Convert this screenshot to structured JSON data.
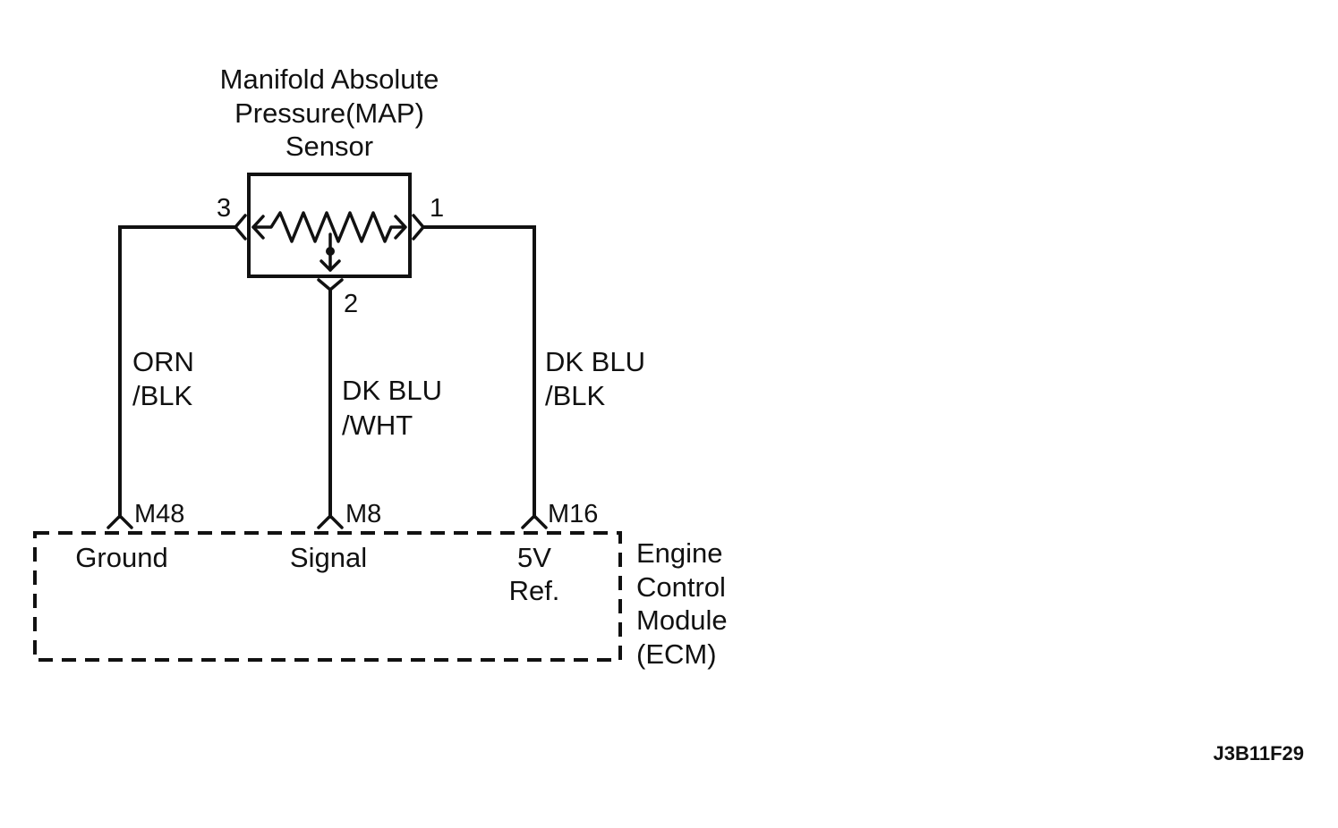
{
  "sensor": {
    "title_line1": "Manifold Absolute",
    "title_line2": "Pressure(MAP)",
    "title_line3": "Sensor",
    "pin_left": "3",
    "pin_right": "1",
    "pin_bottom": "2"
  },
  "wires": {
    "left_color_line1": "ORN",
    "left_color_line2": "/BLK",
    "middle_color_line1": "DK BLU",
    "middle_color_line2": "/WHT",
    "right_color_line1": "DK BLU",
    "right_color_line2": "/BLK"
  },
  "ecm": {
    "terminal_left": "M48",
    "terminal_middle": "M8",
    "terminal_right": "M16",
    "func_left": "Ground",
    "func_middle": "Signal",
    "func_right_line1": "5V",
    "func_right_line2": "Ref.",
    "name_line1": "Engine",
    "name_line2": "Control",
    "name_line3": "Module",
    "name_line4": "(ECM)"
  },
  "figure_code": "J3B11F29"
}
